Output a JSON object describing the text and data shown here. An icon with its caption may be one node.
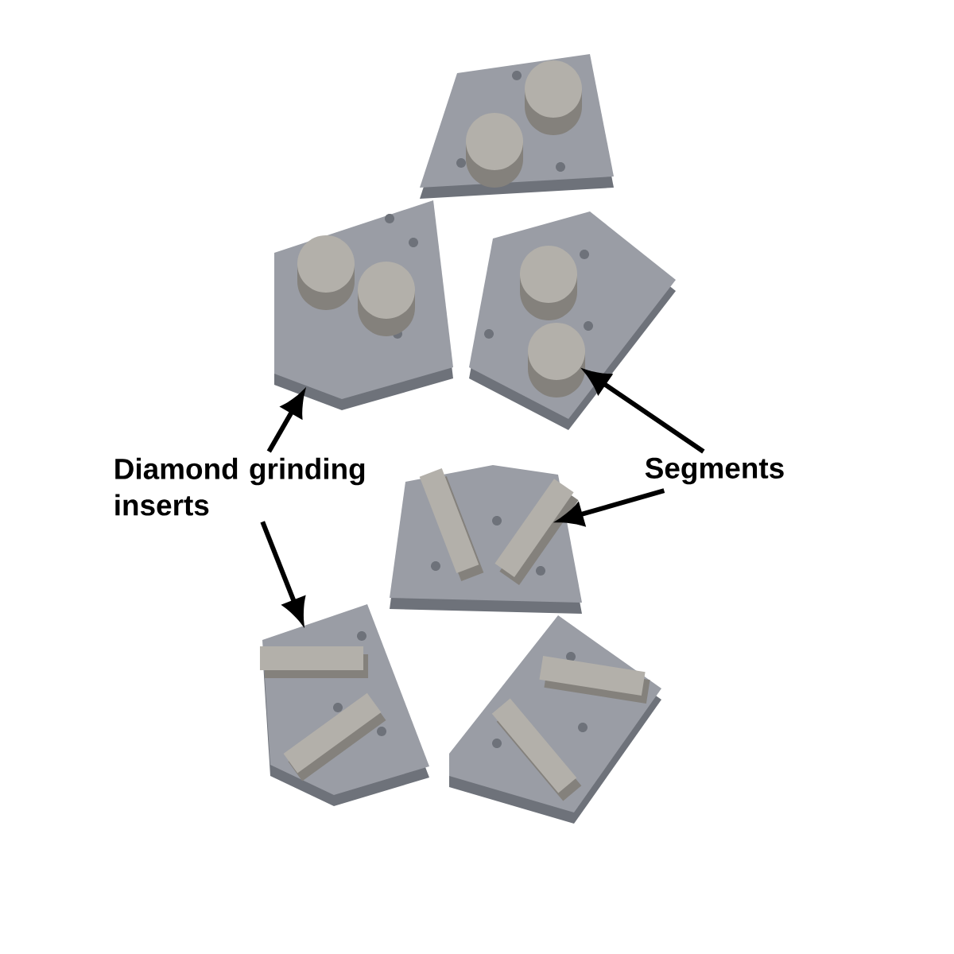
{
  "diagram": {
    "nodes": [
      {
        "text": [
          "Diamond grinding inserts"
        ]
      },
      {
        "text": [
          "Segments"
        ]
      },
      {
        "text": [],
        "shape": "picture"
      },
      {
        "text": [],
        "shape": "picture"
      },
      {
        "text": [],
        "shape": "picture"
      },
      {
        "text": [],
        "shape": "picture"
      },
      {
        "text": [],
        "shape": "picture"
      },
      {
        "text": [],
        "shape": "picture"
      },
      {
        "text": [],
        "shape": "cylinder",
        "in": 2
      },
      {
        "text": [],
        "shape": "cylinder",
        "in": 2
      },
      {
        "text": [],
        "shape": "cylinder",
        "in": 3
      },
      {
        "text": [],
        "shape": "cylinder",
        "in": 3
      },
      {
        "text": [],
        "shape": "cylinder",
        "in": 4
      },
      {
        "text": [],
        "shape": "cylinder",
        "in": 4
      },
      {
        "text": [],
        "shape": "bar",
        "in": 5
      },
      {
        "text": [],
        "shape": "bar",
        "in": 5
      },
      {
        "text": [],
        "shape": "bar",
        "in": 6
      },
      {
        "text": [],
        "shape": "bar",
        "in": 6
      },
      {
        "text": [],
        "shape": "bar",
        "in": 7
      },
      {
        "text": [],
        "shape": "bar",
        "in": 7
      }
    ],
    "edges": [
      {
        "from": 0,
        "to": 3,
        "arrow": "to"
      },
      {
        "from": 0,
        "to": 6,
        "arrow": "to"
      },
      {
        "from": 1,
        "to": 13,
        "arrow": "to"
      },
      {
        "from": 1,
        "to": 15,
        "arrow": "to"
      }
    ]
  }
}
